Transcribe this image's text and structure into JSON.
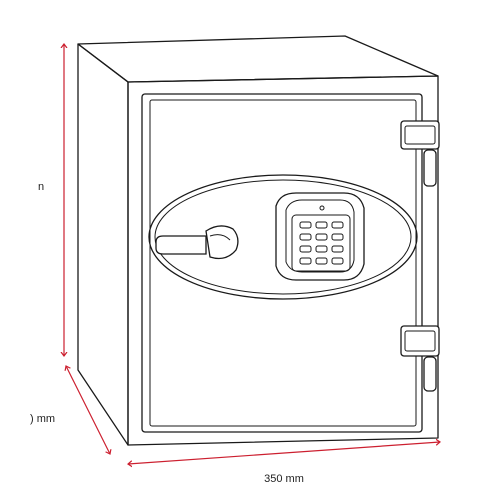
{
  "dimensions": {
    "height_label": "n",
    "depth_label": ") mm",
    "width_label": "350 mm"
  },
  "colors": {
    "dimension_line": "#cc1f2f",
    "outline": "#1a1a1a",
    "background": "#ffffff"
  },
  "icons": {
    "keypad": "keypad-icon",
    "handle": "handle-icon",
    "hinge": "hinge-icon"
  }
}
